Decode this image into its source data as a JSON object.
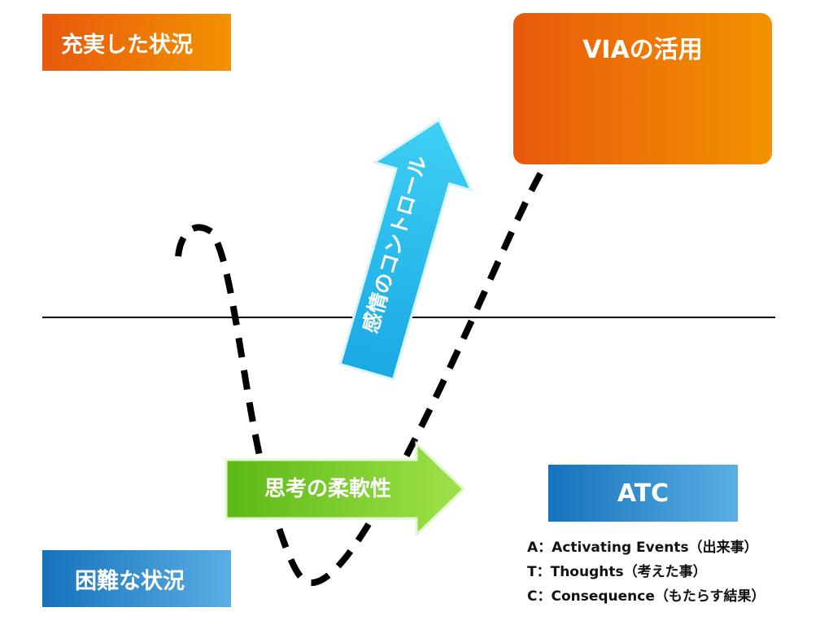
{
  "labels": {
    "good_situation": "充実した状況",
    "via": "VIAの活用",
    "hard_situation": "困難な状況",
    "atc": "ATC"
  },
  "arrows": {
    "emotion_control": "感情のコントロール",
    "thinking_flexibility": "思考の柔軟性"
  },
  "atc_legend": [
    "A：Activating Events（出来事）",
    "T：Thoughts（考えた事）",
    "C：Consequence（もたらす結果）"
  ],
  "colors": {
    "orange_start": "#e8590c",
    "orange_end": "#f39200",
    "blue_start": "#1572bc",
    "blue_end": "#5aaee3",
    "cyan_arrow": "#1fb5ea",
    "green_arrow": "#6cc417",
    "dashed_path": "#000000"
  }
}
